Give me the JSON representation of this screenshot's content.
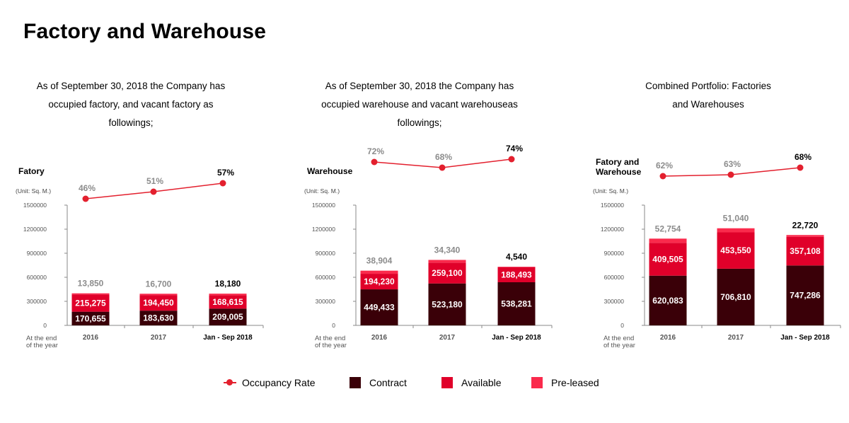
{
  "page_title": "Factory and Warehouse",
  "colors": {
    "contract": "#3a0008",
    "available": "#e0002a",
    "preleased": "#fa2a4c",
    "occupancy": "#e3202e",
    "muted_label": "#8c8c8c",
    "axis": "#8a8a8a"
  },
  "legend": {
    "occupancy": "Occupancy Rate",
    "contract": "Contract",
    "available": "Available",
    "preleased": "Pre-leased"
  },
  "chart_data": [
    {
      "type": "bar",
      "stacked": true,
      "description": [
        "As of September 30, 2018 the Company has",
        "occupied factory, and vacant factory as",
        "followings;"
      ],
      "title": "Fatory",
      "unit": "(Unit: Sq. M.)",
      "xaxis_note": [
        "At the end",
        "of the year"
      ],
      "ylim": [
        0,
        1500000
      ],
      "yticks": [
        "1500000",
        "1200000",
        "900000",
        "600000",
        "300000",
        "0"
      ],
      "categories": [
        "2016",
        "2017",
        "Jan - Sep 2018"
      ],
      "series": [
        {
          "name": "Contract",
          "values": [
            170655,
            183630,
            209005
          ],
          "labels": [
            "170,655",
            "183,630",
            "209,005"
          ]
        },
        {
          "name": "Available",
          "values": [
            215275,
            194450,
            168615
          ],
          "labels": [
            "215,275",
            "194,450",
            "168,615"
          ]
        },
        {
          "name": "Pre-leased",
          "values": [
            13850,
            16700,
            18180
          ],
          "labels": [
            "13,850",
            "16,700",
            "18,180"
          ]
        }
      ],
      "occupancy": {
        "name": "Occupancy Rate",
        "values": [
          46,
          51,
          57
        ],
        "labels": [
          "46%",
          "51%",
          "57%"
        ]
      }
    },
    {
      "type": "bar",
      "stacked": true,
      "description": [
        "As of September 30, 2018 the Company has",
        "occupied warehouse and vacant warehouseas",
        "followings;"
      ],
      "title": "Warehouse",
      "unit": "(Unit: Sq. M.)",
      "xaxis_note": [
        "At the end",
        "of the year"
      ],
      "ylim": [
        0,
        1500000
      ],
      "yticks": [
        "1500000",
        "1200000",
        "900000",
        "600000",
        "300000",
        "0"
      ],
      "categories": [
        "2016",
        "2017",
        "Jan - Sep 2018"
      ],
      "series": [
        {
          "name": "Contract",
          "values": [
            449433,
            523180,
            538281
          ],
          "labels": [
            "449,433",
            "523,180",
            "538,281"
          ]
        },
        {
          "name": "Available",
          "values": [
            194230,
            259100,
            188493
          ],
          "labels": [
            "194,230",
            "259,100",
            "188,493"
          ]
        },
        {
          "name": "Pre-leased",
          "values": [
            38904,
            34340,
            4540
          ],
          "labels": [
            "38,904",
            "34,340",
            "4,540"
          ]
        }
      ],
      "occupancy": {
        "name": "Occupancy Rate",
        "values": [
          72,
          68,
          74
        ],
        "labels": [
          "72%",
          "68%",
          "74%"
        ]
      }
    },
    {
      "type": "bar",
      "stacked": true,
      "description": [
        "Combined Portfolio: Factories",
        "and Warehouses"
      ],
      "title": "Fatory and\nWarehouse",
      "unit": "(Unit: Sq. M.)",
      "xaxis_note": [
        "At the end",
        "of the year"
      ],
      "ylim": [
        0,
        1500000
      ],
      "yticks": [
        "1500000",
        "1200000",
        "900000",
        "600000",
        "300000",
        "0"
      ],
      "categories": [
        "2016",
        "2017",
        "Jan - Sep 2018"
      ],
      "series": [
        {
          "name": "Contract",
          "values": [
            620083,
            706810,
            747286
          ],
          "labels": [
            "620,083",
            "706,810",
            "747,286"
          ]
        },
        {
          "name": "Available",
          "values": [
            409505,
            453550,
            357108
          ],
          "labels": [
            "409,505",
            "453,550",
            "357,108"
          ]
        },
        {
          "name": "Pre-leased",
          "values": [
            52754,
            51040,
            22720
          ],
          "labels": [
            "52,754",
            "51,040",
            "22,720"
          ]
        }
      ],
      "occupancy": {
        "name": "Occupancy Rate",
        "values": [
          62,
          63,
          68
        ],
        "labels": [
          "62%",
          "63%",
          "68%"
        ]
      }
    }
  ]
}
